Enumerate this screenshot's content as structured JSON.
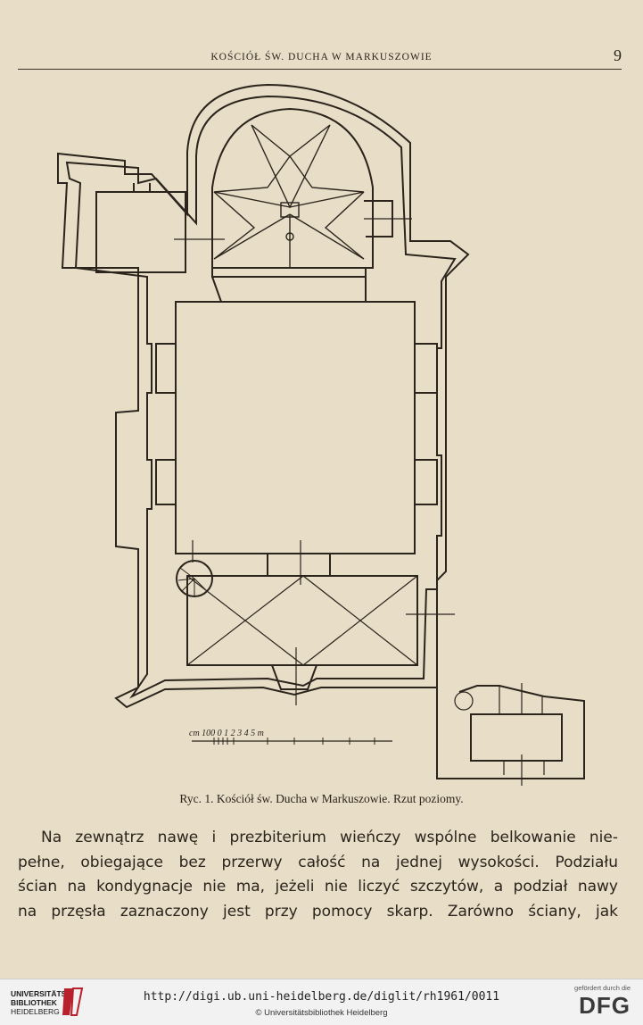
{
  "header": {
    "running_title": "KOŚCIÓŁ ŚW. DUCHA W MARKUSZOWIE",
    "page_number": "9"
  },
  "figure": {
    "scale_label": "cm 100  0   1   2   3   4   5 m",
    "caption": "Ryc. 1. Kościół św. Ducha w Markuszowie. Rzut poziomy."
  },
  "body": {
    "lines": [
      "Na zewnątrz nawę i prezbiterium wieńczy wspólne belkowanie nie-",
      "pełne, obiegające bez przerwy całość na jednej wysokości. Podziału",
      "ścian na kondygnacje nie ma, jeżeli nie liczyć szczytów, a podział nawy",
      "na przęsła zaznaczony jest przy pomocy skarp. Zarówno ściany, jak"
    ]
  },
  "footer": {
    "library_name_1": "UNIVERSITÄTS-",
    "library_name_2": "BIBLIOTHEK",
    "library_name_3": "HEIDELBERG",
    "url": "http://digi.ub.uni-heidelberg.de/diglit/rh1961/0011",
    "copyright": "© Universitätsbibliothek Heidelberg",
    "funding_note": "gefördert durch die",
    "funder": "DFG"
  }
}
